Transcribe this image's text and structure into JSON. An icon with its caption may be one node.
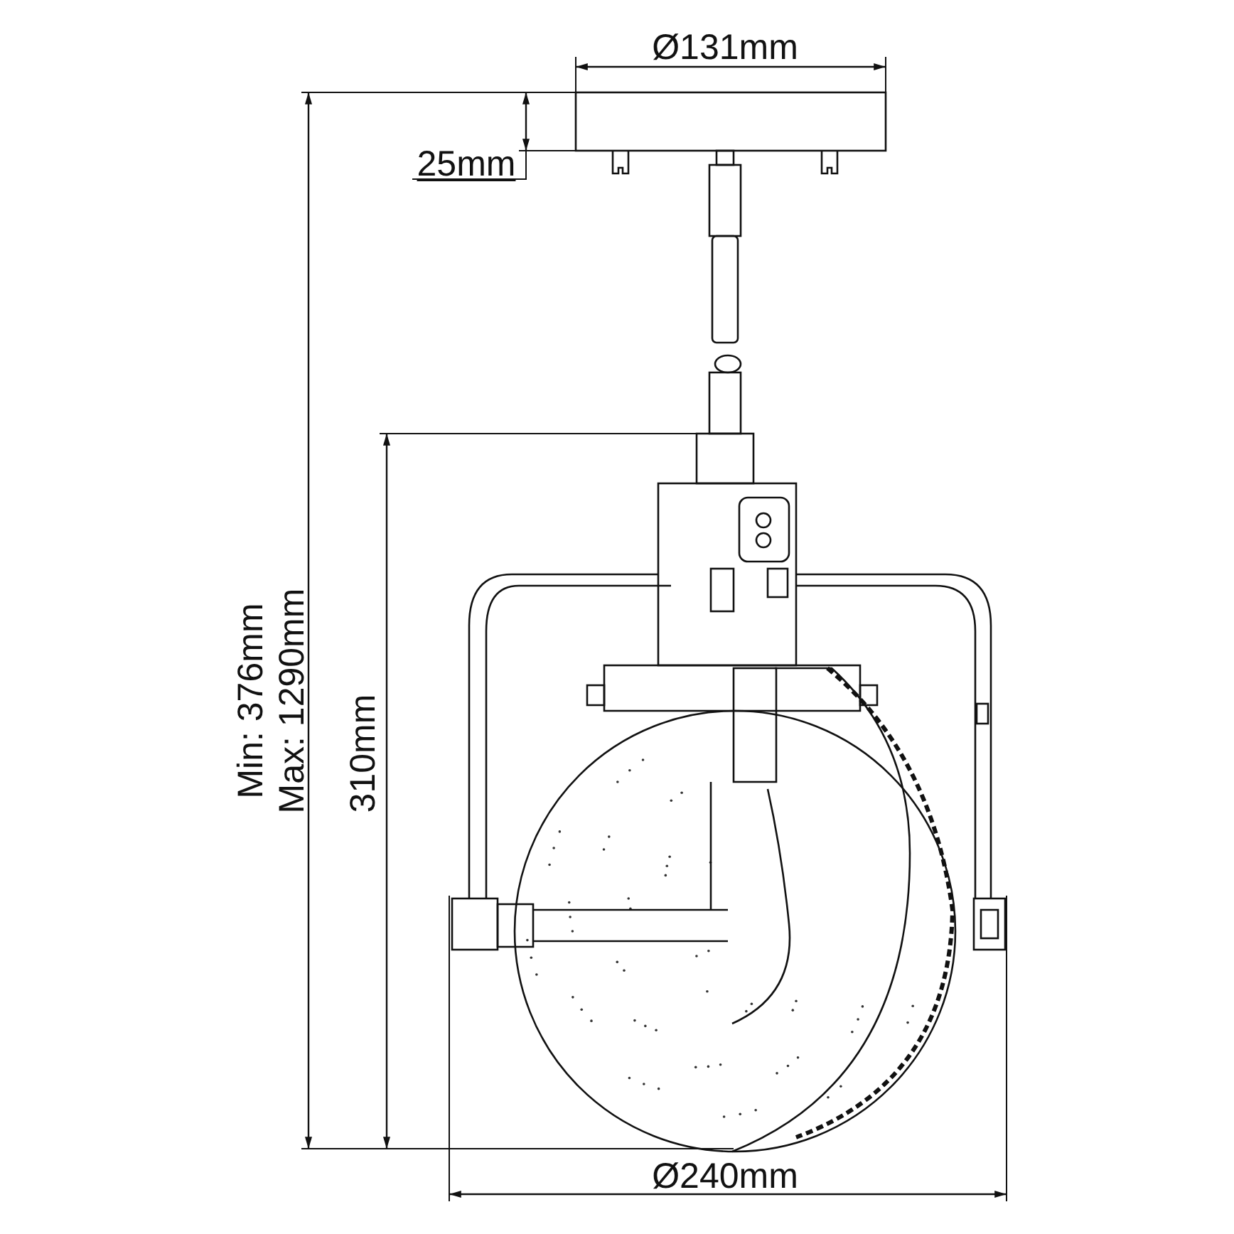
{
  "diagram": {
    "labels": [
      "Ø131mm",
      "25mm",
      "Min: 376mm",
      "Max: 1290mm",
      "310mm",
      "Ø240mm"
    ]
  }
}
